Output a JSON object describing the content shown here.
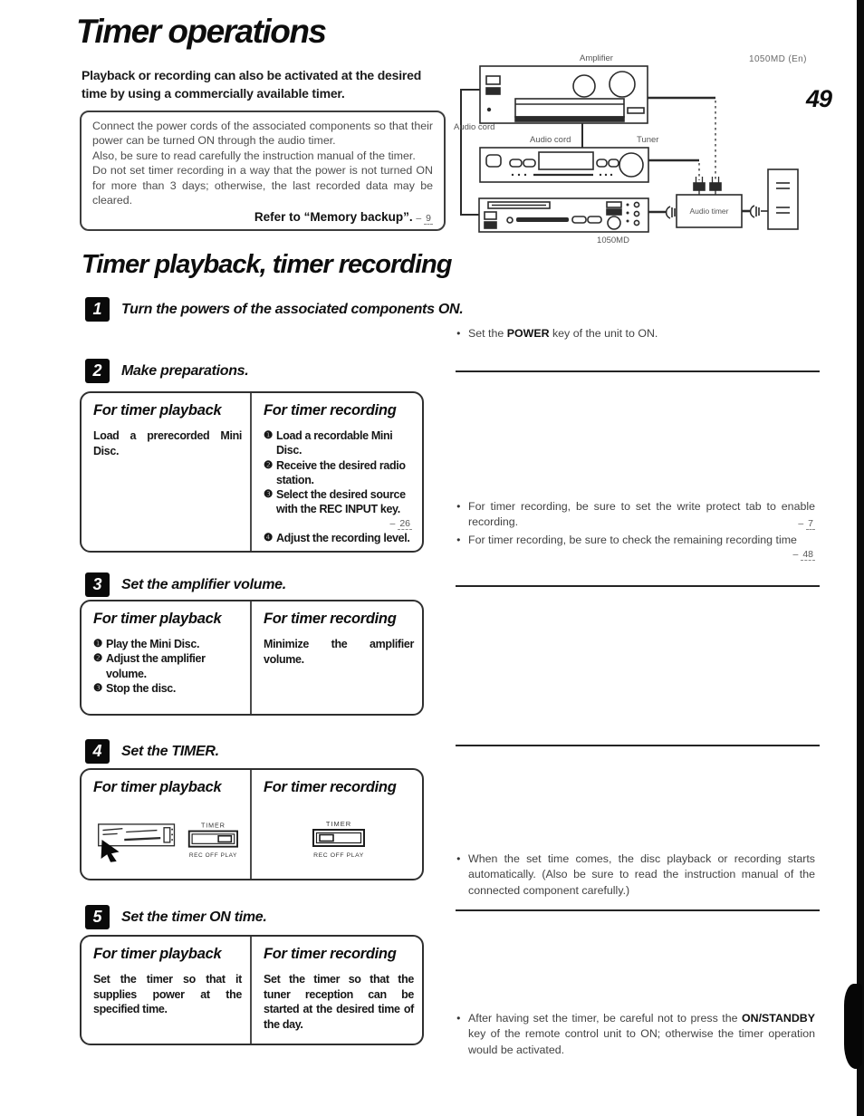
{
  "page": {
    "model": "1050MD (En)",
    "number": "49"
  },
  "title": "Timer operations",
  "intro": "Playback or recording can also be activated at the desired time by using a commercially available timer.",
  "note_box": {
    "para1": "Connect the power cords of the associated components so that their power can be turned ON through the audio timer.",
    "para2": "Also, be sure to read carefully the instruction manual of the timer.",
    "para3": "Do not set timer recording in a way that the power is not turned ON for more than 3 days; otherwise, the last recorded data may be cleared.",
    "refer_label": "Refer to “Memory backup”.",
    "refer_arrow": "–",
    "refer_page": "9"
  },
  "section_title": "Timer playback, timer recording",
  "diagram": {
    "amplifier": "Amplifier",
    "audio_cord_left": "Audio cord",
    "audio_cord_mid": "Audio cord",
    "tuner": "Tuner",
    "audio_timer": "Audio timer",
    "deck_model": "1050MD"
  },
  "steps": {
    "s1": {
      "num": "1",
      "title": "Turn the powers of the associated components ON."
    },
    "s2": {
      "num": "2",
      "title": "Make preparations."
    },
    "s3": {
      "num": "3",
      "title": "Set the amplifier volume."
    },
    "s4": {
      "num": "4",
      "title": "Set the TIMER."
    },
    "s5": {
      "num": "5",
      "title": "Set the timer ON time."
    }
  },
  "table_headers": {
    "playback": "For timer playback",
    "recording": "For timer recording"
  },
  "step2_table": {
    "playback_text": "Load a prerecorded Mini Disc.",
    "recording_items": [
      {
        "num": "❶",
        "text": "Load a recordable Mini Disc."
      },
      {
        "num": "❷",
        "text": "Receive the desired radio station."
      },
      {
        "num": "❸",
        "text": "Select the desired source with the REC INPUT key."
      },
      {
        "num": "❹",
        "text": "Adjust the recording level."
      }
    ],
    "ref_arrow": "–",
    "ref_page": "26"
  },
  "step3_table": {
    "playback_items": [
      {
        "num": "❶",
        "text": "Play the Mini Disc."
      },
      {
        "num": "❷",
        "text": "Adjust the amplifier volume."
      },
      {
        "num": "❸",
        "text": "Stop the disc."
      }
    ],
    "recording_text": "Minimize the amplifier volume."
  },
  "step4_table": {
    "switch_label": "TIMER",
    "switch_positions": "REC OFF PLAY"
  },
  "step5_table": {
    "playback_text": "Set the timer so that it supplies power at the specified time.",
    "recording_text": "Set the timer so that the tuner reception can be started at the desired time of the day."
  },
  "side_notes": {
    "arrow": "–",
    "n1_pre": "Set the ",
    "n1_bold": "POWER",
    "n1_post": " key of the unit to ON.",
    "n2a_text": "For timer recording, be sure to set the write protect tab to enable recording.",
    "n2a_ref": "7",
    "n2b_text": "For timer recording, be sure to check the remaining recording time",
    "n2b_ref": "48",
    "n4_text": "When the set time comes, the disc playback or recording starts automatically. (Also be sure to read the instruction manual of the connected component carefully.)",
    "n5_pre": "After having set the timer, be careful not to press the ",
    "n5_bold": "ON/STANDBY",
    "n5_post": " key of the remote control unit to ON; otherwise the timer operation would be activated."
  }
}
